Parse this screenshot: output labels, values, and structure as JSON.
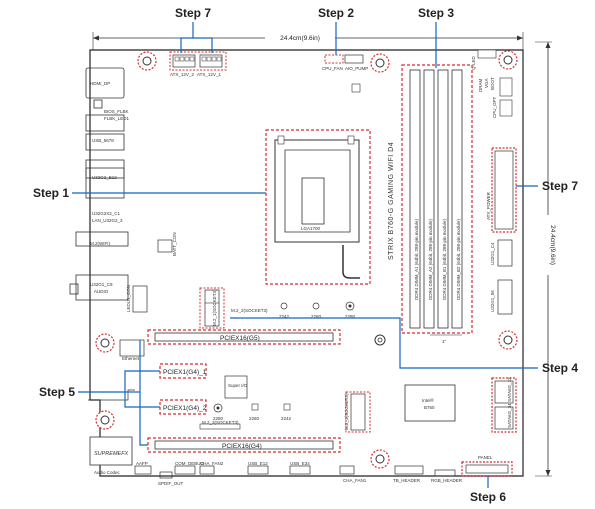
{
  "steps": {
    "s7_top": "Step 7",
    "s2": "Step 2",
    "s3": "Step 3",
    "s1": "Step 1",
    "s7_right": "Step 7",
    "s4": "Step 4",
    "s5": "Step 5",
    "s6": "Step 6"
  },
  "dimensions": {
    "width": "24.4cm(9.6in)",
    "height": "24.4cm(9.6in)"
  },
  "board": {
    "model": "STRIX B760-G GAMING WIFI D4",
    "socket": "LGA1700",
    "chipset_brand": "Intel®",
    "chipset": "B760",
    "super_io": "Super I/O",
    "ethernet": "Ethernet",
    "audio_chip": "SUPREMEFX",
    "audio_codec": "Audio Codec"
  },
  "dimms": [
    "DDR4 DIMM_A1 (64bit, 288-pin module)",
    "DDR4 DIMM_A2 (64bit, 288-pin module)",
    "DDR4 DIMM_B1 (64bit, 288-pin module)",
    "DDR4 DIMM_B2 (64bit, 288-pin module)"
  ],
  "pcie": {
    "slot1": "PCIEX16(G5)",
    "slot2": "PCIEX1(G4)_1",
    "slot3": "PCIEX1(G4)_2",
    "slot4": "PCIEX16(G4)"
  },
  "connectors": {
    "atx12v_2": "ATX_12V_2",
    "atx12v_1": "ATX_12V_1",
    "cpu_fan": "CPU_FAN",
    "aio_pump": "AIO_PUMP",
    "atx_power": "ATX_POWER",
    "hdmi_dp": "HDMI_DP",
    "bios_flbk": "BIOS_FLBK",
    "flbk_led": "FLBK_LED1",
    "usb_5678": "USB_5678",
    "u32g2_e12": "U32G2_E12",
    "u32g2_c1": "U32G2X2_C1",
    "lan_u32g2": "LAN_U32G2_3",
    "m2_wifi": "M.2(WIFI)",
    "u32g1_c9": "U32G1_C9",
    "audio": "AUDIO",
    "lcd_conn": "LEDU1_CON",
    "batt_cpu": "BATT_CON",
    "m2_1": "M.2_1(SOCKET3)",
    "m2_2": "M.2_2(SOCKET3)",
    "m2_3": "M.2_3(SOCKET3)",
    "sata_12": "SATA6G_12",
    "sata_34": "SATA6G_34",
    "u32g1_c4": "U32G1_C4",
    "u32g1_56": "U32G1_56",
    "usb_e12": "USB_E12",
    "usb_e34": "USB_E34",
    "cha_fan1": "CHA_FAN1",
    "cha_fan2": "CHA_FAN2",
    "aafp": "AAFP",
    "spdif": "SPDIF_OUT",
    "com_debug": "COM_DEBUG",
    "tb_header": "TB_HEADER",
    "rgb_header": "RGB_HEADER",
    "panel": "PANEL",
    "q_led": "Q-LED",
    "dram": "DRAM",
    "vga": "VGA",
    "boot": "BOOT",
    "cpu_opt": "CPU_OPT",
    "m2_2242_a": "2242",
    "m2_2260_a": "2260",
    "m2_2280_a": "2280",
    "m2_2242_b": "2242",
    "m2_2260_b": "2260",
    "m2_2280_b": "2280",
    "dimm_pitch": "1\""
  }
}
